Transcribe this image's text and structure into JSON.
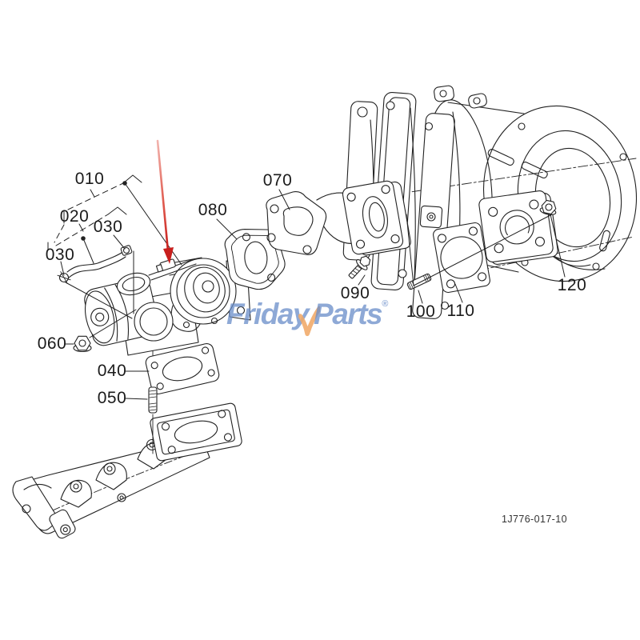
{
  "diagram": {
    "labels": [
      {
        "text": "010"
      },
      {
        "text": "020"
      },
      {
        "text": "030"
      },
      {
        "text": "030"
      },
      {
        "text": "040"
      },
      {
        "text": "050"
      },
      {
        "text": "060"
      },
      {
        "text": "070"
      },
      {
        "text": "080"
      },
      {
        "text": "090"
      },
      {
        "text": "100"
      },
      {
        "text": "110"
      },
      {
        "text": "120"
      }
    ],
    "watermark": {
      "word1": "Friday",
      "word2": "Parts",
      "registered": "®"
    },
    "drawing_number": "1J776-017-10",
    "colors": {
      "line": "#222222",
      "arrow_red": "#c9201d",
      "logo_blue": "#688cc8",
      "logo_orange": "#f0a868"
    }
  }
}
